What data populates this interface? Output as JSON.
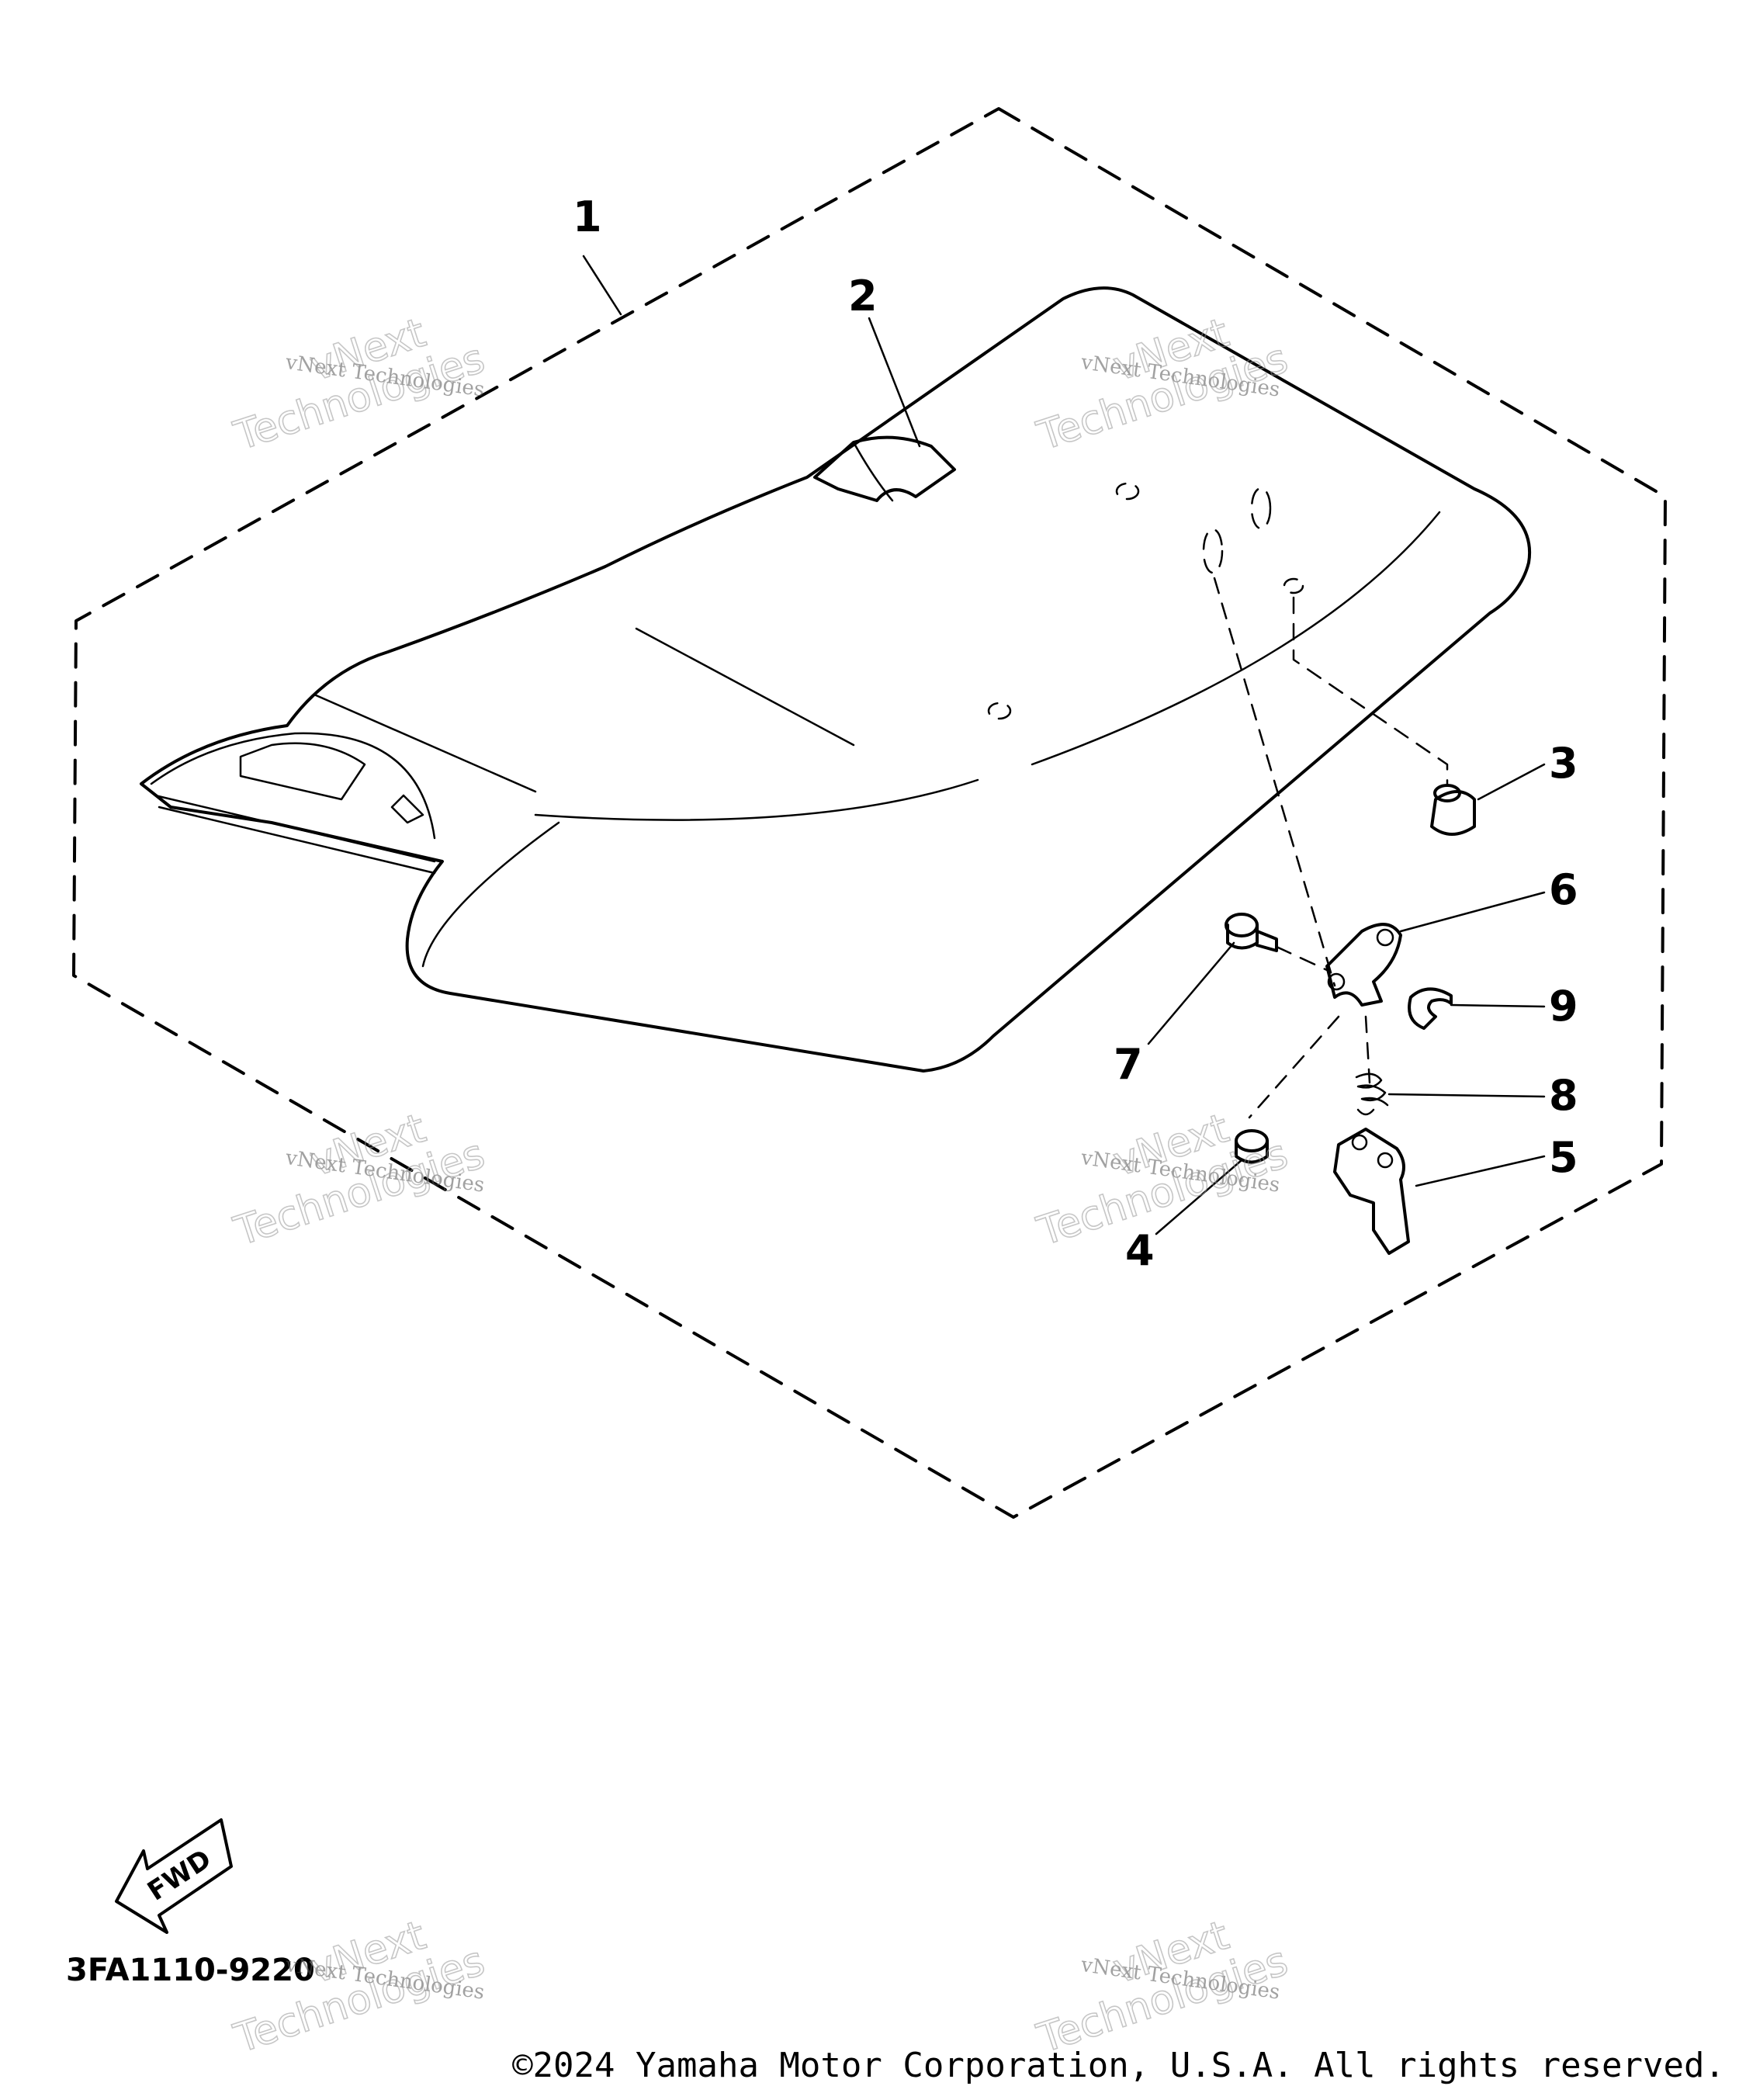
{
  "callouts": [
    {
      "id": "1",
      "label": "1"
    },
    {
      "id": "2",
      "label": "2"
    },
    {
      "id": "3",
      "label": "3"
    },
    {
      "id": "4",
      "label": "4"
    },
    {
      "id": "5",
      "label": "5"
    },
    {
      "id": "6",
      "label": "6"
    },
    {
      "id": "7",
      "label": "7"
    },
    {
      "id": "8",
      "label": "8"
    },
    {
      "id": "9",
      "label": "9"
    }
  ],
  "fwd_arrow": {
    "label": "FWD"
  },
  "diagram_code": "3FA1110-9220",
  "watermark": {
    "line1": "vNext Technologies",
    "line2": "vNext",
    "line3": "Technologies"
  },
  "copyright": "©2024 Yamaha Motor Corporation, U.S.A. All rights reserved."
}
